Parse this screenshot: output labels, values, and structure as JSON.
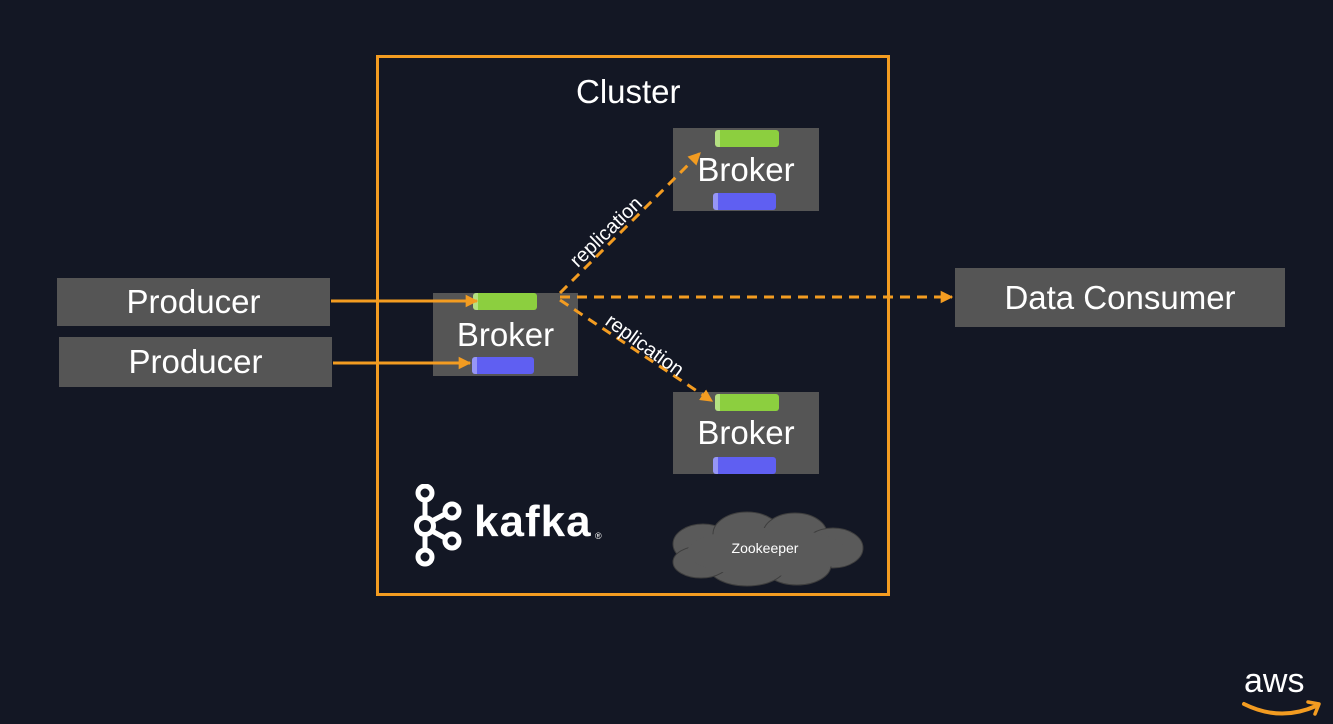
{
  "diagram": {
    "cluster_title": "Cluster",
    "producers": [
      "Producer",
      "Producer"
    ],
    "brokers": [
      "Broker",
      "Broker",
      "Broker"
    ],
    "consumer": "Data Consumer",
    "replication_labels": [
      "replication",
      "replication"
    ],
    "kafka_logo_text": "kafka",
    "kafka_reg_mark": "®",
    "zookeeper_label": "Zookeeper",
    "aws_logo_text": "aws"
  },
  "colors": {
    "background": "#131724",
    "accent_orange": "#f39c21",
    "box_gray": "#555555",
    "partition_green": "#8ccf3f",
    "partition_blue": "#5f5ff2",
    "cloud_gray": "#5a5a5a"
  }
}
